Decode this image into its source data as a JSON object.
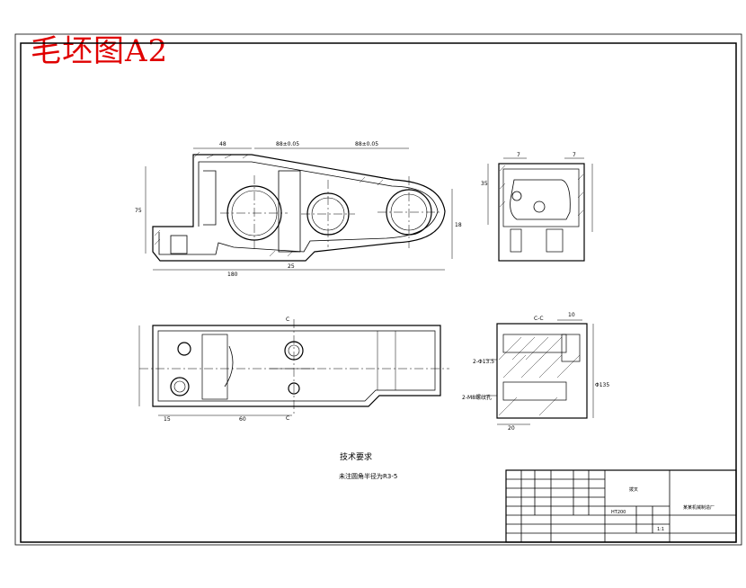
{
  "title_stamp": "毛坯图A2",
  "tech_requirements": {
    "heading": "技术要求",
    "line1": "未注圆角半径为R3-5"
  },
  "dims": {
    "top_left_len": "48",
    "center_span_1": "88±0.05",
    "center_span_2": "88±0.05",
    "overall_len": "180",
    "height_left": "75",
    "bottom_25": "25",
    "bottom_18": "18",
    "right_35": "35",
    "side_7_left": "7",
    "side_7_right": "7",
    "plan_15": "15",
    "plan_60": "60",
    "sec_cc": "C-C",
    "sec_10": "10",
    "sec_20": "20",
    "sec_label_a": "2-Φ13.5",
    "sec_label_b": "2-M8螺纹孔",
    "sec_label_c": "Φ135",
    "cut_c": "C"
  },
  "title_block": {
    "drawing_name": "拨叉",
    "company": "某某机械制造厂",
    "material": "HT200",
    "scale": "1:1"
  }
}
